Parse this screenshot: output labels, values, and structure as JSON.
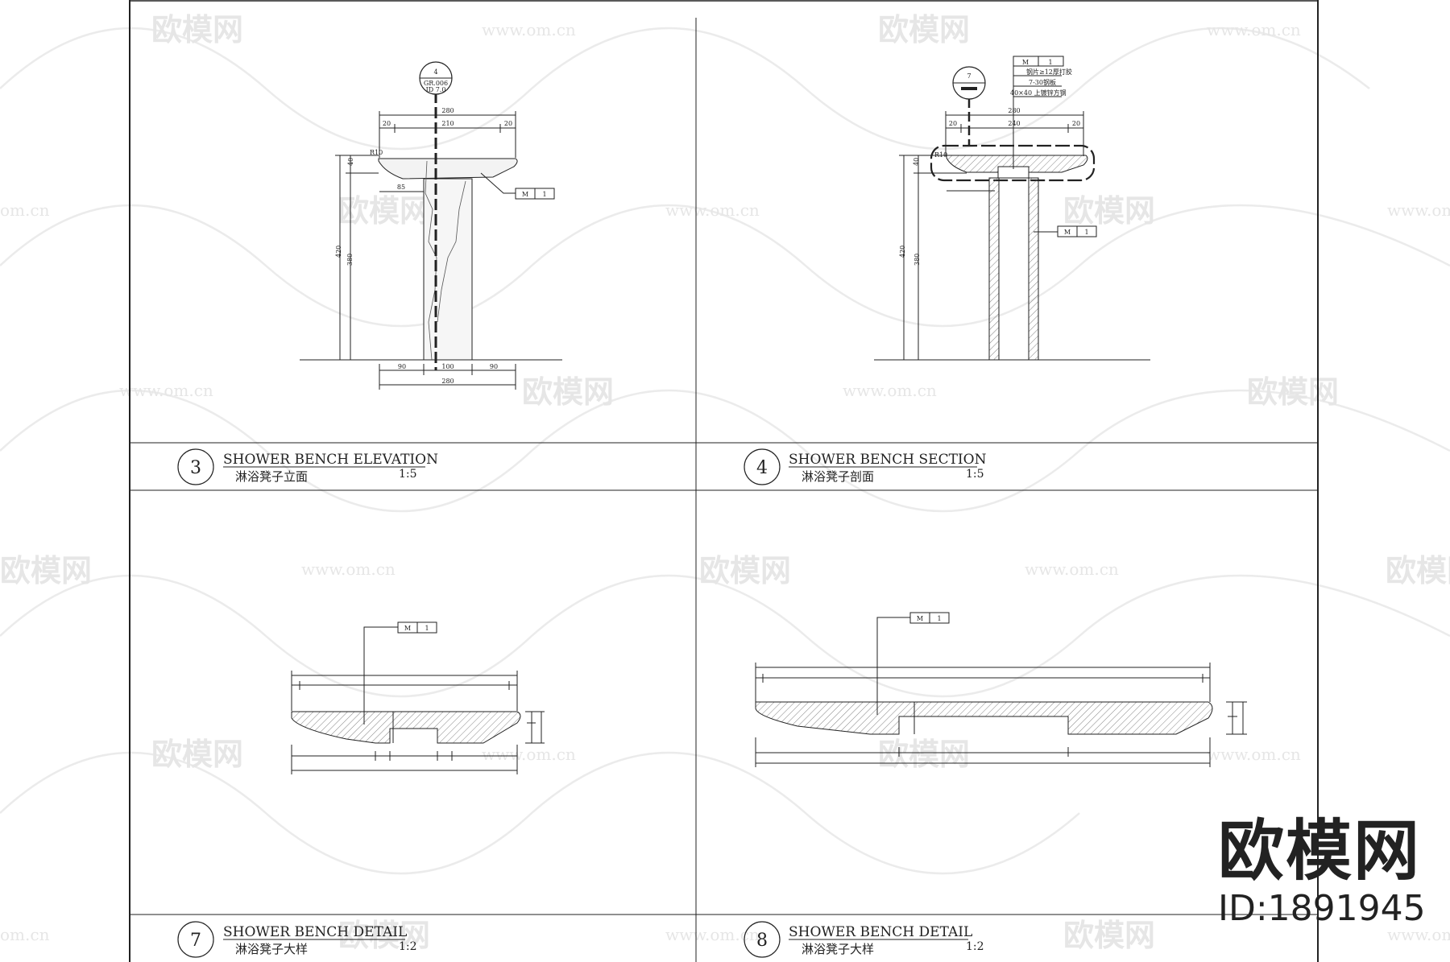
{
  "watermark": {
    "brand": "欧模网",
    "url": "www.om.cn",
    "url_short": "om.cn"
  },
  "brand_block": {
    "name": "欧模网",
    "id": "ID:1891945"
  },
  "panels": [
    {
      "number": "3",
      "title_en": "SHOWER BENCH ELEVATION",
      "title_cn": "淋浴凳子立面",
      "scale": "1:5",
      "callout": {
        "top": "4",
        "bottom_1": "GR.006",
        "bottom_2": "ID 7.0"
      },
      "tag": {
        "code": "M",
        "num": "1"
      },
      "dims": {
        "top_total": "280",
        "top_left": "20",
        "top_mid": "210",
        "top_right": "20",
        "height_outer": "420",
        "height_inner": "380",
        "seat": "40",
        "radius": "R10",
        "offset": "85",
        "bottom_left": "90",
        "bottom_mid": "100",
        "bottom_right": "90",
        "bottom_total": "280"
      }
    },
    {
      "number": "4",
      "title_en": "SHOWER BENCH SECTION",
      "title_cn": "淋浴凳子剖面",
      "scale": "1:5",
      "callout": {
        "top": "7",
        "bottom_1": "",
        "bottom_2": ""
      },
      "tag": {
        "code": "M",
        "num": "1"
      },
      "tag2": {
        "code": "M",
        "num": "1"
      },
      "notes": [
        "钢片≥12厚打胶",
        "7-30钢板",
        "40×40 上镀锌方钢"
      ],
      "dims": {
        "top_total": "280",
        "top_left": "20",
        "top_mid": "240",
        "top_right": "20",
        "height_outer": "420",
        "height_inner": "380",
        "seat": "40",
        "radius": "R10"
      }
    },
    {
      "number": "7",
      "title_en": "SHOWER BENCH DETAIL",
      "title_cn": "淋浴凳子大样",
      "scale": "1:2",
      "tag": {
        "code": "M",
        "num": "1"
      }
    },
    {
      "number": "8",
      "title_en": "SHOWER BENCH DETAIL",
      "title_cn": "淋浴凳子大样",
      "scale": "1:2",
      "tag": {
        "code": "M",
        "num": "1"
      }
    }
  ]
}
